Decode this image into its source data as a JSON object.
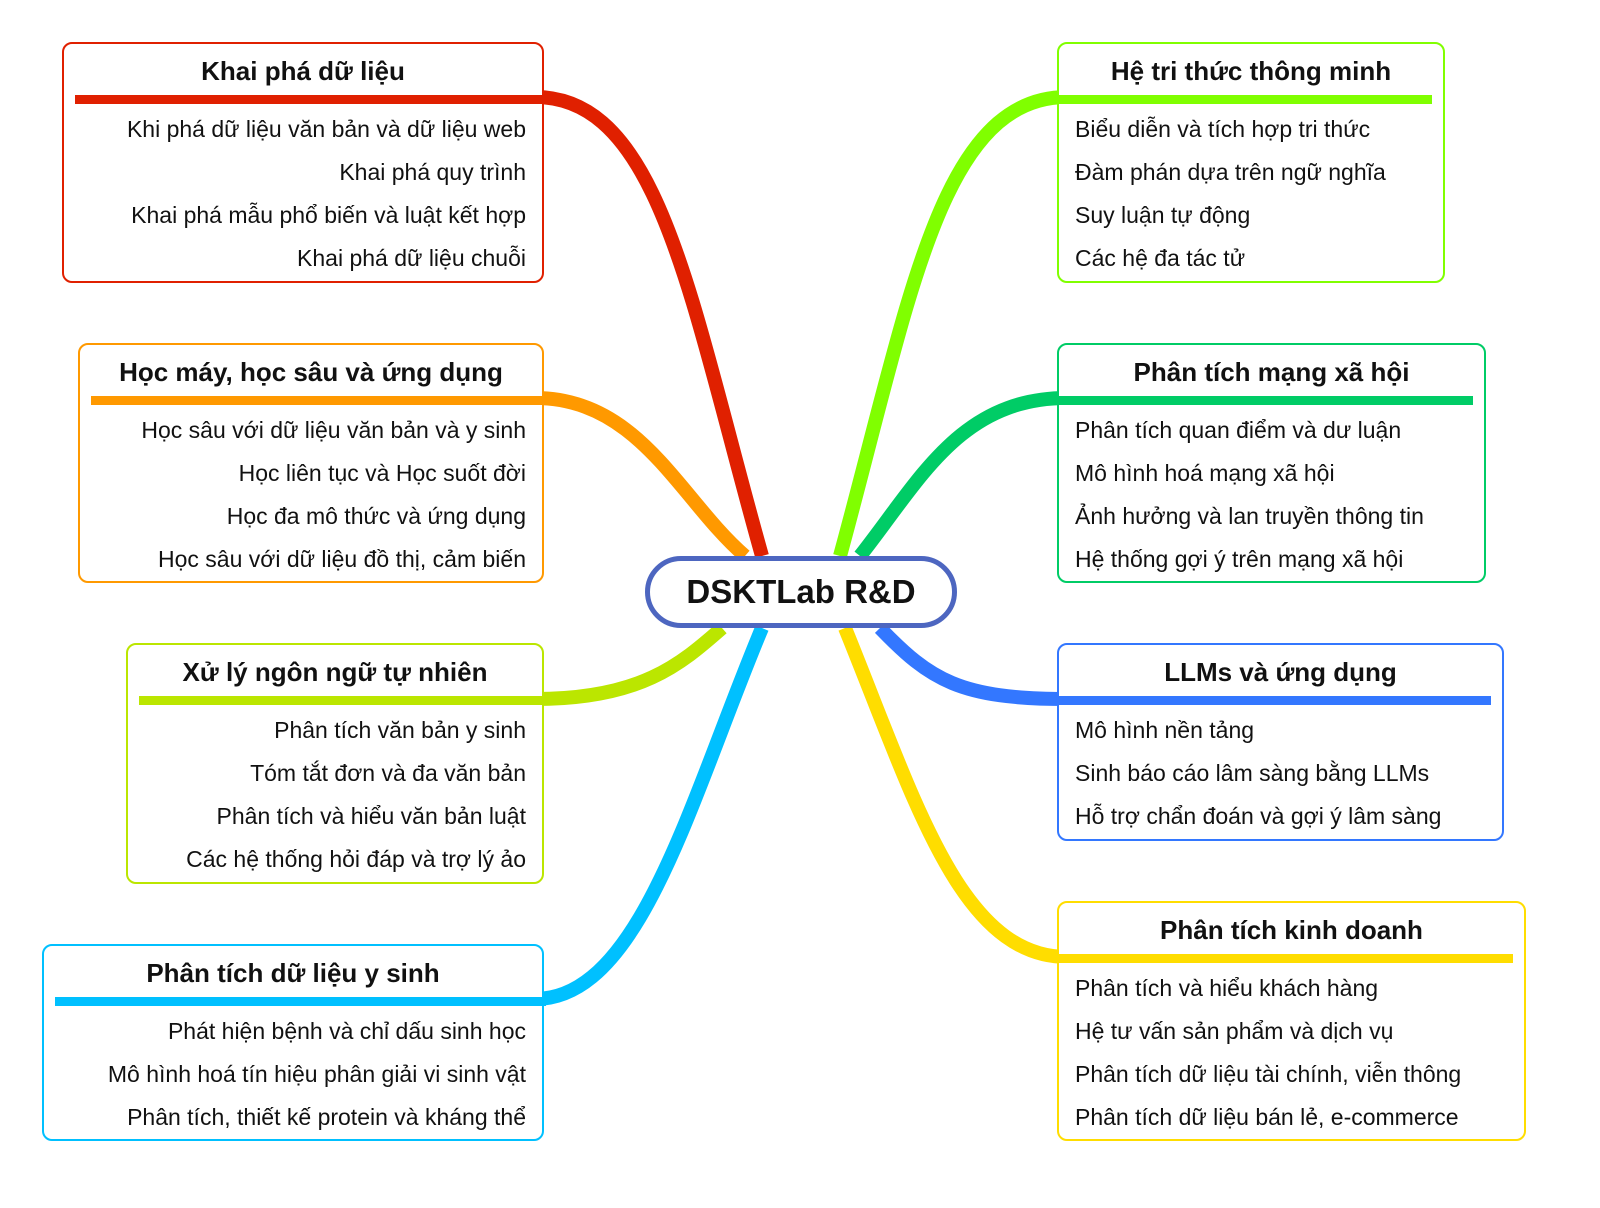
{
  "center": {
    "label": "DSKTLab R&D",
    "color": "#4d66c0"
  },
  "branches": [
    {
      "title": "Khai phá dữ liệu",
      "color": "#e02000",
      "items": [
        "Khi phá dữ liệu văn bản và dữ liệu web",
        "Khai phá quy trình",
        "Khai phá mẫu phổ biến và luật kết hợp",
        "Khai phá dữ liệu chuỗi"
      ]
    },
    {
      "title": "Học máy, học sâu và ứng dụng",
      "color": "#ff9900",
      "items": [
        "Học sâu với dữ liệu văn bản và y sinh",
        "Học liên tục và Học suốt đời",
        "Học đa mô thức và ứng dụng",
        "Học sâu với dữ liệu đồ thị, cảm biến"
      ]
    },
    {
      "title": "Xử lý ngôn ngữ tự nhiên",
      "color": "#bbe600",
      "items": [
        "Phân tích văn bản y sinh",
        "Tóm tắt đơn và đa văn bản",
        "Phân tích và hiểu văn bản luật",
        "Các hệ thống hỏi đáp và trợ lý ảo"
      ]
    },
    {
      "title": "Phân tích dữ liệu y sinh",
      "color": "#00c0ff",
      "items": [
        "Phát hiện bệnh và chỉ dấu sinh học",
        "Mô hình hoá tín hiệu phân giải vi sinh vật",
        "Phân tích, thiết kế protein và kháng thể"
      ]
    },
    {
      "title": "Hệ tri thức thông minh",
      "color": "#80ff00",
      "items": [
        "Biểu diễn và tích hợp tri thức",
        "Đàm phán dựa trên ngữ nghĩa",
        "Suy luận tự động",
        "Các hệ đa tác tử"
      ]
    },
    {
      "title": "Phân tích mạng xã hội",
      "color": "#00cc66",
      "items": [
        "Phân tích quan điểm và dư luận",
        "Mô hình hoá mạng xã hội",
        "Ảnh hưởng và lan truyền thông tin",
        "Hệ thống gợi ý trên mạng xã hội"
      ]
    },
    {
      "title": "LLMs và ứng dụng",
      "color": "#3377ff",
      "items": [
        "Mô hình nền tảng",
        "Sinh báo cáo lâm sàng bằng LLMs",
        "Hỗ trợ chẩn đoán và gợi ý lâm sàng"
      ]
    },
    {
      "title": "Phân tích kinh doanh",
      "color": "#ffdd00",
      "items": [
        "Phân tích và hiểu khách hàng",
        "Hệ tư vấn sản phẩm và dịch vụ",
        "Phân tích dữ liệu tài chính, viễn thông",
        "Phân tích dữ liệu bán lẻ, e-commerce"
      ]
    }
  ]
}
